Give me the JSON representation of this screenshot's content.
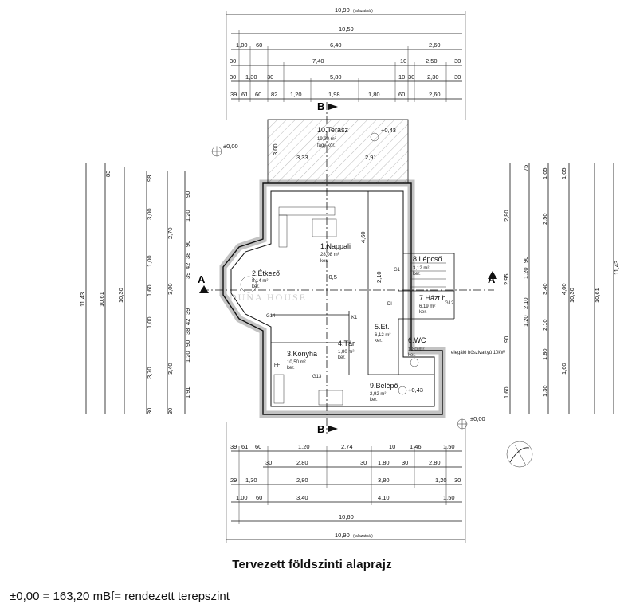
{
  "title": "Tervezett földszinti alaprajz",
  "note": "±0,00 = 163,20 mBf= rendezett terepszint",
  "watermark": "DUNA HOUSE",
  "top_dims": {
    "overall": "10,90",
    "overall_note": "(falazatnál)",
    "row2": "10,59",
    "row3": [
      "1,00",
      "60",
      "6,40",
      "2,60"
    ],
    "row4": [
      "30",
      "7,40",
      "10",
      "2,50",
      "30"
    ],
    "row5": [
      "30",
      "1,30",
      "30",
      "5,80",
      "10",
      "30",
      "2,30",
      "30"
    ],
    "row6": [
      "39",
      "61",
      "60",
      "82",
      "1,20",
      "1,98",
      "1,80",
      "60",
      "2,60"
    ]
  },
  "bottom_dims": {
    "row1": [
      "39",
      "61",
      "60",
      "1,20",
      "2,74",
      "10",
      "1,46",
      "1,50"
    ],
    "row2": [
      "30",
      "2,80",
      "30",
      "1,80",
      "30",
      "2,80"
    ],
    "row3": [
      "29",
      "1,30",
      "2,80",
      "3,80",
      "1,20",
      "30"
    ],
    "row4": [
      "1,00",
      "60",
      "3,40",
      "4,10",
      "1,50"
    ],
    "row5": "10,60",
    "overall": "10,90",
    "overall_note": "(falazatnál)"
  },
  "left_dims": [
    "11,43",
    "10,61",
    "10,30",
    "3,00",
    "2,70",
    "1,20",
    "1,00",
    "1,60",
    "3,00",
    "1,00",
    "3,70",
    "3,40",
    "1,20",
    "1,91",
    "83",
    "98",
    "90",
    "38",
    "42",
    "39",
    "90",
    "39",
    "42",
    "38",
    "90",
    "30",
    "30"
  ],
  "right_dims": [
    "11,43",
    "10,61",
    "10,30",
    "4,00",
    "3,40",
    "2,95",
    "2,80",
    "2,50",
    "1,05",
    "1,05",
    "75",
    "90",
    "1,20",
    "90",
    "1,20",
    "1,60",
    "1,80",
    "1,30",
    "1,60",
    "2,10",
    "2,10"
  ],
  "rooms": [
    {
      "name": "1.Nappali",
      "area": "28,08 m²",
      "floor": "ker."
    },
    {
      "name": "2.Étkező",
      "area": "8,14 m²",
      "floor": "ker."
    },
    {
      "name": "3.Konyha",
      "area": "10,50 m²",
      "floor": "ker."
    },
    {
      "name": "4.Tár",
      "area": "1,80 m²",
      "floor": "ker."
    },
    {
      "name": "5.Et.",
      "area": "6,12 m²",
      "floor": "ker."
    },
    {
      "name": "6.WC",
      "area": "1,80 m²",
      "floor": "ker."
    },
    {
      "name": "7.Házt.h",
      "area": "6,19 m²",
      "floor": "ker."
    },
    {
      "name": "8.Lépcső",
      "area": "3,12 m²",
      "floor": "ker."
    },
    {
      "name": "9.Belépő",
      "area": "2,92 m²",
      "floor": "ker."
    },
    {
      "name": "10.Terasz",
      "area": "19,30 m²",
      "floor": "fagy kőr."
    }
  ],
  "levels": [
    "±0,00",
    "+0,43",
    "-0,5",
    "+0,43",
    "±0,00"
  ],
  "sections": {
    "a_left": "A",
    "a_right": "A",
    "b_top": "B",
    "b_bottom": "B"
  },
  "labels": {
    "g14": "G14",
    "g13": "G13",
    "g12": "G12",
    "g1": "G1",
    "k1": "K1",
    "d": "Dl",
    "ff": "FF",
    "hmv": "elegáló hőszivattyú 10kW",
    "w": "3,33",
    "t": "2,91",
    "h": "4,60",
    "h2": "2,10",
    "h3": "3,00"
  }
}
